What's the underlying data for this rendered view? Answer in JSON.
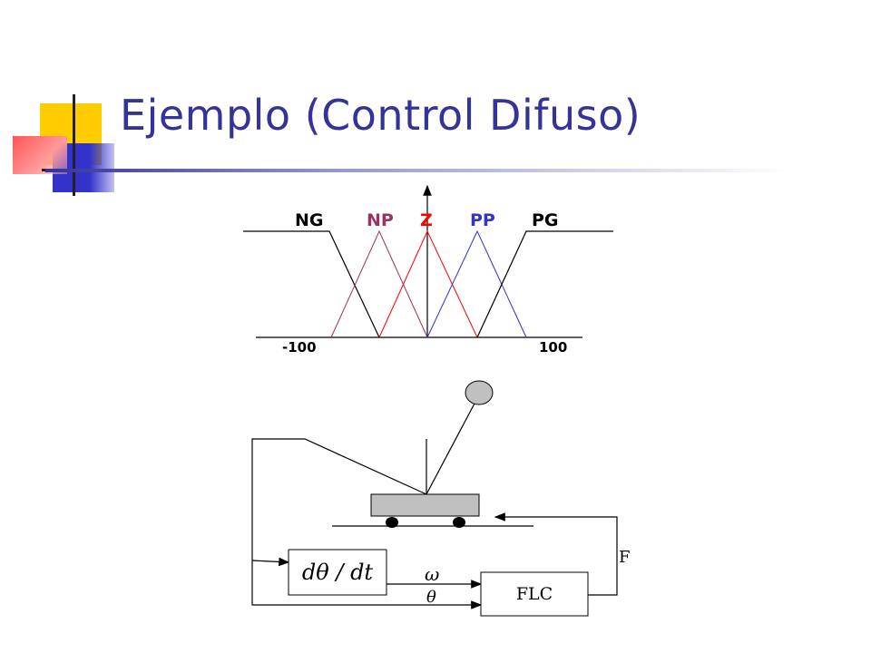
{
  "title": "Ejemplo (Control Difuso)",
  "fuzzy_sets": {
    "labels": [
      {
        "text": "NG",
        "color": "#000000"
      },
      {
        "text": "NP",
        "color": "#993366"
      },
      {
        "text": "Z",
        "color": "#ff0000"
      },
      {
        "text": "PP",
        "color": "#3333cc"
      },
      {
        "text": "PG",
        "color": "#000000"
      }
    ],
    "axis_min_label": "-100",
    "axis_max_label": "100"
  },
  "block_diagram": {
    "derivative_block": "dθ / dt",
    "controller_block": "FLC",
    "omega_label": "ω",
    "theta_label": "θ",
    "force_label": "F"
  },
  "colors": {
    "title": "#333399",
    "cart": "#c0c0c0",
    "bob": "#c0c0c0"
  }
}
